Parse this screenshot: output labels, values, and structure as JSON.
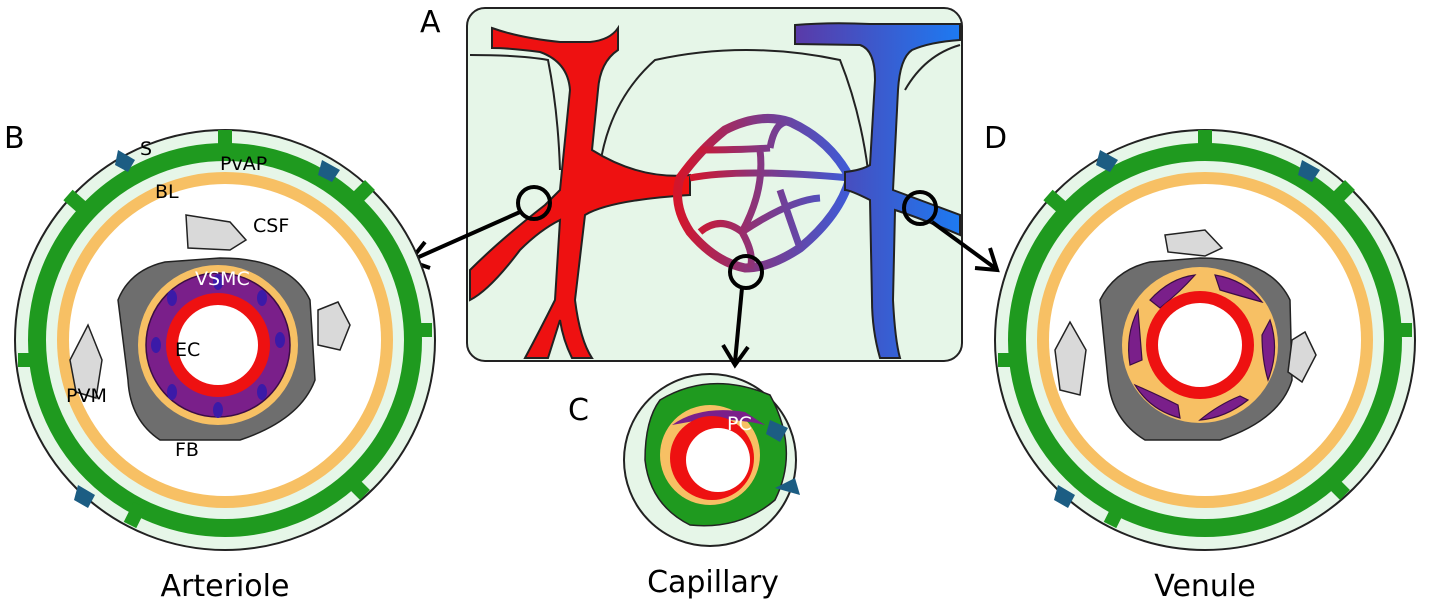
{
  "panels": {
    "a": {
      "letter": "A"
    },
    "b": {
      "letter": "B",
      "caption": "Arteriole"
    },
    "c": {
      "letter": "C",
      "caption": "Capillary"
    },
    "d": {
      "letter": "D",
      "caption": "Venule"
    }
  },
  "labels": {
    "s": "S",
    "bl": "BL",
    "pvap": "PvAP",
    "csf": "CSF",
    "vsmc": "VSMC",
    "ec": "EC",
    "pvm": "PVM",
    "fb": "FB",
    "pc": "PC"
  },
  "colors": {
    "artery": "#ee1111",
    "vein": "#1e6cf0",
    "capillary": "#7b3b8c",
    "astrocyte": "#1f9a1f",
    "csf": "#f7c064",
    "vsmc": "#7a1f8a",
    "background_tissue": "#e6f6e8",
    "fibroblast": "#6e6e6e",
    "macrophage": "#d9d9d9"
  }
}
